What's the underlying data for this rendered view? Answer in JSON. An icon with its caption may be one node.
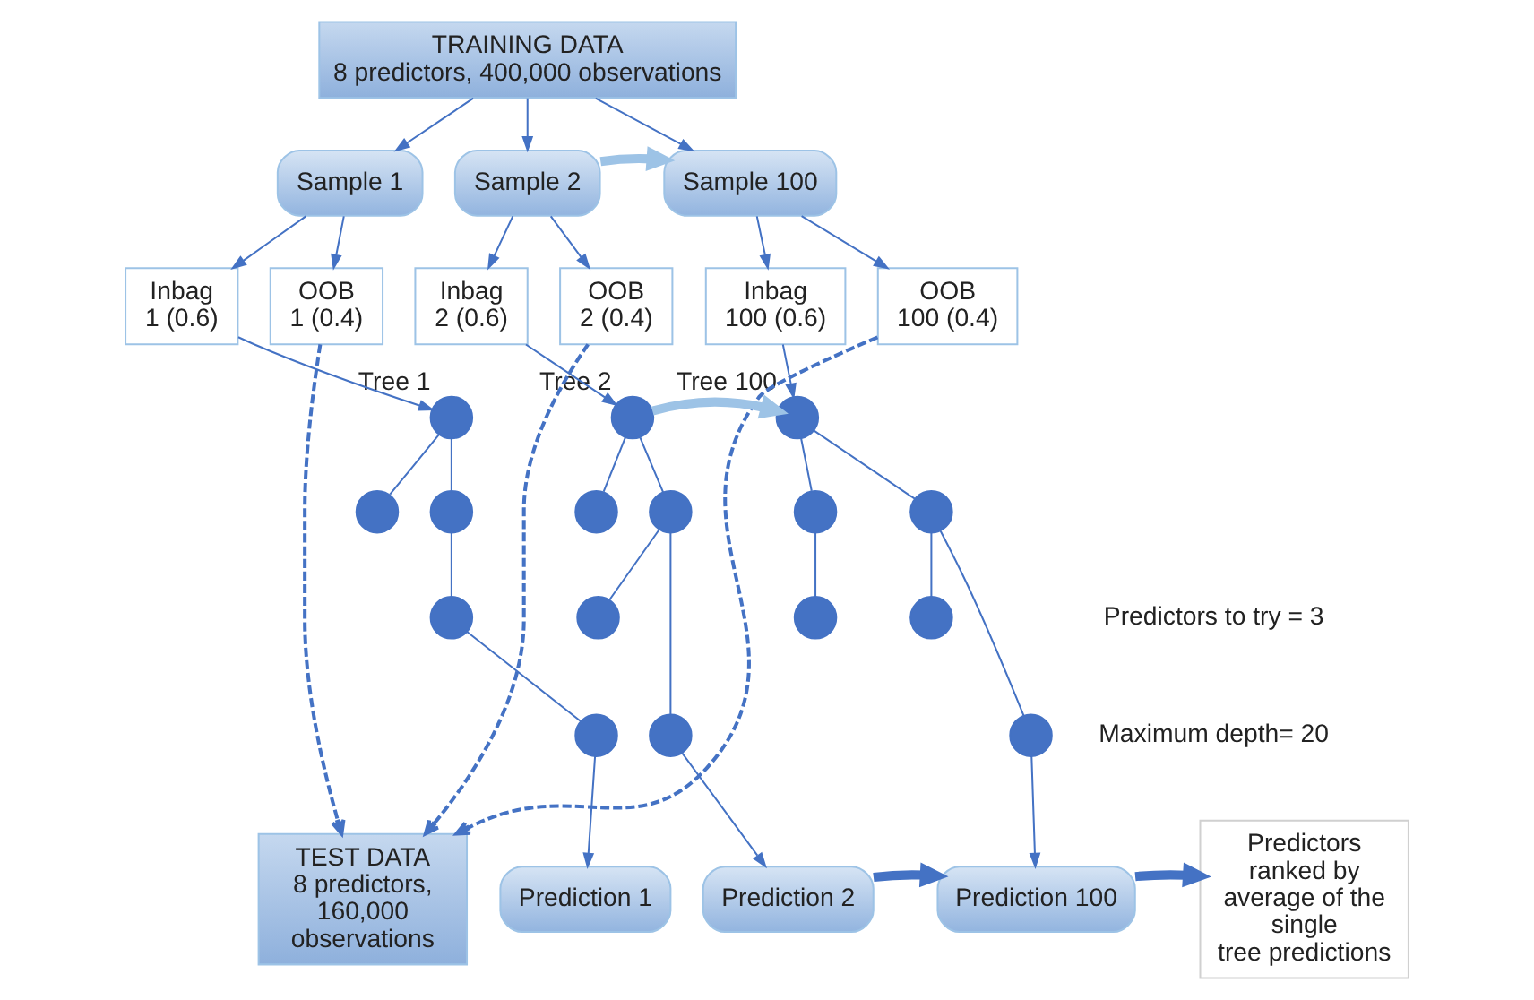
{
  "diagram": {
    "nodes": [
      {
        "text": [
          "TRAINING DATA",
          "8 predictors, 400,000 observations"
        ]
      },
      {
        "text": [
          "Sample 1"
        ]
      },
      {
        "text": [
          "Sample 2"
        ]
      },
      {
        "text": [
          "Sample 100"
        ]
      },
      {
        "text": [
          "Inbag 1 (0.6)"
        ]
      },
      {
        "text": [
          "OOB 1 (0.4)"
        ]
      },
      {
        "text": [
          "Inbag 2 (0.6)"
        ]
      },
      {
        "text": [
          "OOB 2 (0.4)"
        ]
      },
      {
        "text": [
          "Inbag 100 (0.6)"
        ]
      },
      {
        "text": [
          "OOB 100 (0.4)"
        ]
      },
      {
        "text": [],
        "shape": "circle",
        "beside": [
          "Tree 1"
        ]
      },
      {
        "text": [],
        "shape": "circle"
      },
      {
        "text": [],
        "shape": "circle"
      },
      {
        "text": [],
        "shape": "circle"
      },
      {
        "text": [],
        "shape": "circle"
      },
      {
        "text": [],
        "shape": "circle",
        "beside": [
          "Tree 2"
        ]
      },
      {
        "text": [],
        "shape": "circle"
      },
      {
        "text": [],
        "shape": "circle"
      },
      {
        "text": [],
        "shape": "circle"
      },
      {
        "text": [],
        "shape": "circle"
      },
      {
        "text": [],
        "shape": "circle",
        "beside": [
          "Tree 100"
        ]
      },
      {
        "text": [],
        "shape": "circle"
      },
      {
        "text": [],
        "shape": "circle"
      },
      {
        "text": [],
        "shape": "circle"
      },
      {
        "text": [],
        "shape": "circle"
      },
      {
        "text": [],
        "shape": "circle"
      },
      {
        "text": [
          "TEST DATA 8 predictors, 160,000 observations"
        ]
      },
      {
        "text": [
          "Prediction 1"
        ]
      },
      {
        "text": [
          "Prediction 2"
        ]
      },
      {
        "text": [
          "Prediction 100"
        ]
      },
      {
        "text": [
          "Predictors ranked by average of the single tree predictions"
        ]
      }
    ],
    "edges": [
      {
        "from": 0,
        "to": 1,
        "arrow": "to"
      },
      {
        "from": 0,
        "to": 2,
        "arrow": "to"
      },
      {
        "from": 0,
        "to": 3,
        "arrow": "to"
      },
      {
        "from": 2,
        "to": 3,
        "arrow": "to",
        "style": "thick",
        "color": "#9dc3e6"
      },
      {
        "from": 1,
        "to": 4,
        "arrow": "to"
      },
      {
        "from": 1,
        "to": 5,
        "arrow": "to"
      },
      {
        "from": 2,
        "to": 6,
        "arrow": "to"
      },
      {
        "from": 2,
        "to": 7,
        "arrow": "to"
      },
      {
        "from": 3,
        "to": 8,
        "arrow": "to"
      },
      {
        "from": 3,
        "to": 9,
        "arrow": "to"
      },
      {
        "from": 4,
        "to": 10,
        "arrow": "to"
      },
      {
        "from": 6,
        "to": 15,
        "arrow": "to"
      },
      {
        "from": 8,
        "to": 20,
        "arrow": "to"
      },
      {
        "from": 10,
        "to": 11,
        "arrow": "none",
        "color": "#4472c4"
      },
      {
        "from": 10,
        "to": 12,
        "arrow": "none",
        "color": "#4472c4"
      },
      {
        "from": 11,
        "to": 13,
        "arrow": "none",
        "color": "#4472c4"
      },
      {
        "from": 13,
        "to": 14,
        "arrow": "none",
        "color": "#4472c4"
      },
      {
        "from": 15,
        "to": 16,
        "arrow": "none",
        "color": "#4472c4"
      },
      {
        "from": 15,
        "to": 17,
        "arrow": "none",
        "color": "#4472c4"
      },
      {
        "from": 16,
        "to": 18,
        "arrow": "none",
        "color": "#4472c4"
      },
      {
        "from": 16,
        "to": 19,
        "arrow": "none",
        "color": "#4472c4"
      },
      {
        "from": 20,
        "to": 21,
        "arrow": "none",
        "color": "#4472c4"
      },
      {
        "from": 20,
        "to": 22,
        "arrow": "none",
        "color": "#4472c4"
      },
      {
        "from": 21,
        "to": 23,
        "arrow": "none",
        "color": "#4472c4"
      },
      {
        "from": 21,
        "to": 24,
        "arrow": "none",
        "color": "#4472c4"
      },
      {
        "from": 22,
        "to": 25,
        "arrow": "none",
        "color": "#4472c4"
      },
      {
        "from": 15,
        "to": 20,
        "arrow": "to",
        "style": "thick",
        "color": "#9dc3e6"
      },
      {
        "from": 14,
        "to": 27,
        "arrow": "to"
      },
      {
        "from": 19,
        "to": 28,
        "arrow": "to"
      },
      {
        "from": 24,
        "to": 29,
        "arrow": "to"
      },
      {
        "from": 5,
        "to": 26,
        "arrow": "to",
        "style": "dashed",
        "color": "#4472c4"
      },
      {
        "from": 7,
        "to": 26,
        "arrow": "to",
        "style": "dashed",
        "color": "#4472c4"
      },
      {
        "from": 9,
        "to": 26,
        "arrow": "to",
        "style": "dashed",
        "color": "#4472c4"
      },
      {
        "from": 28,
        "to": 29,
        "arrow": "to",
        "style": "thick",
        "color": "#4472c4"
      },
      {
        "from": 29,
        "to": 30,
        "arrow": "to",
        "style": "thick",
        "color": "#4472c4"
      }
    ],
    "labels": [
      "Predictors to try = 3",
      "Maximum depth= 20"
    ]
  }
}
